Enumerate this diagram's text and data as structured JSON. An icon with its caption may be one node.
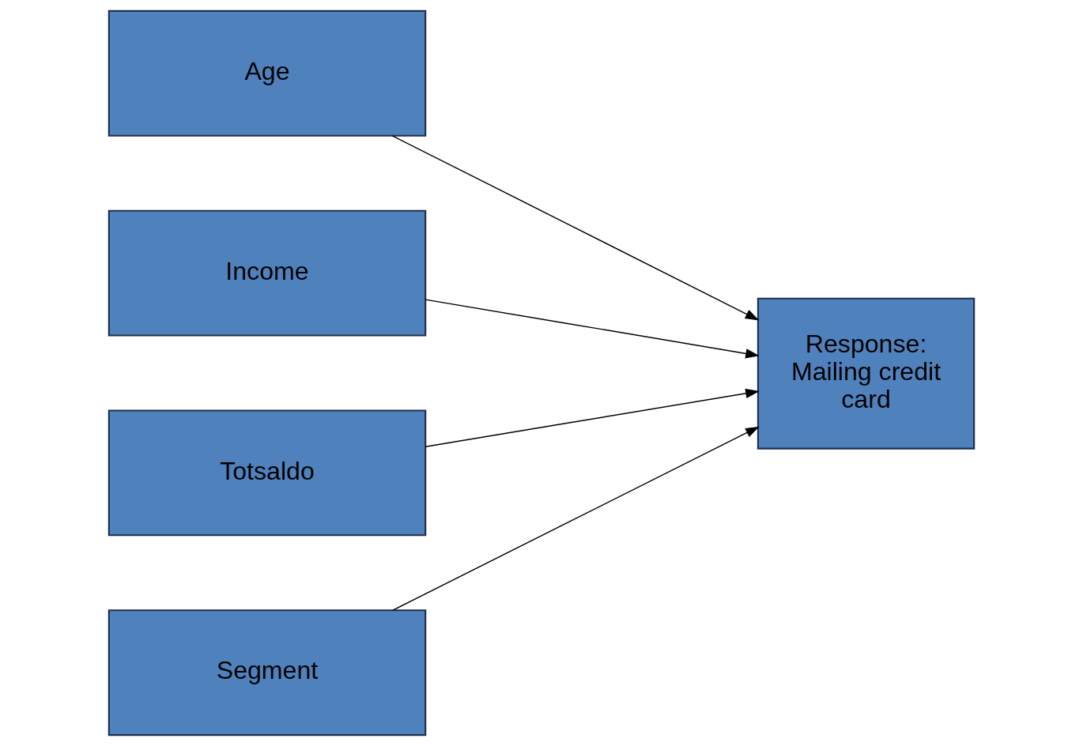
{
  "diagram": {
    "nodes": [
      {
        "text": [
          "Age"
        ]
      },
      {
        "text": [
          "Income"
        ]
      },
      {
        "text": [
          "Totsaldo"
        ]
      },
      {
        "text": [
          "Segment"
        ]
      },
      {
        "text": [
          "Response: Mailing credit card"
        ]
      }
    ],
    "edges": [
      {
        "from": 0,
        "to": 4,
        "arrow": "to"
      },
      {
        "from": 1,
        "to": 4,
        "arrow": "to"
      },
      {
        "from": 2,
        "to": 4,
        "arrow": "to"
      },
      {
        "from": 3,
        "to": 4,
        "arrow": "to"
      }
    ]
  }
}
